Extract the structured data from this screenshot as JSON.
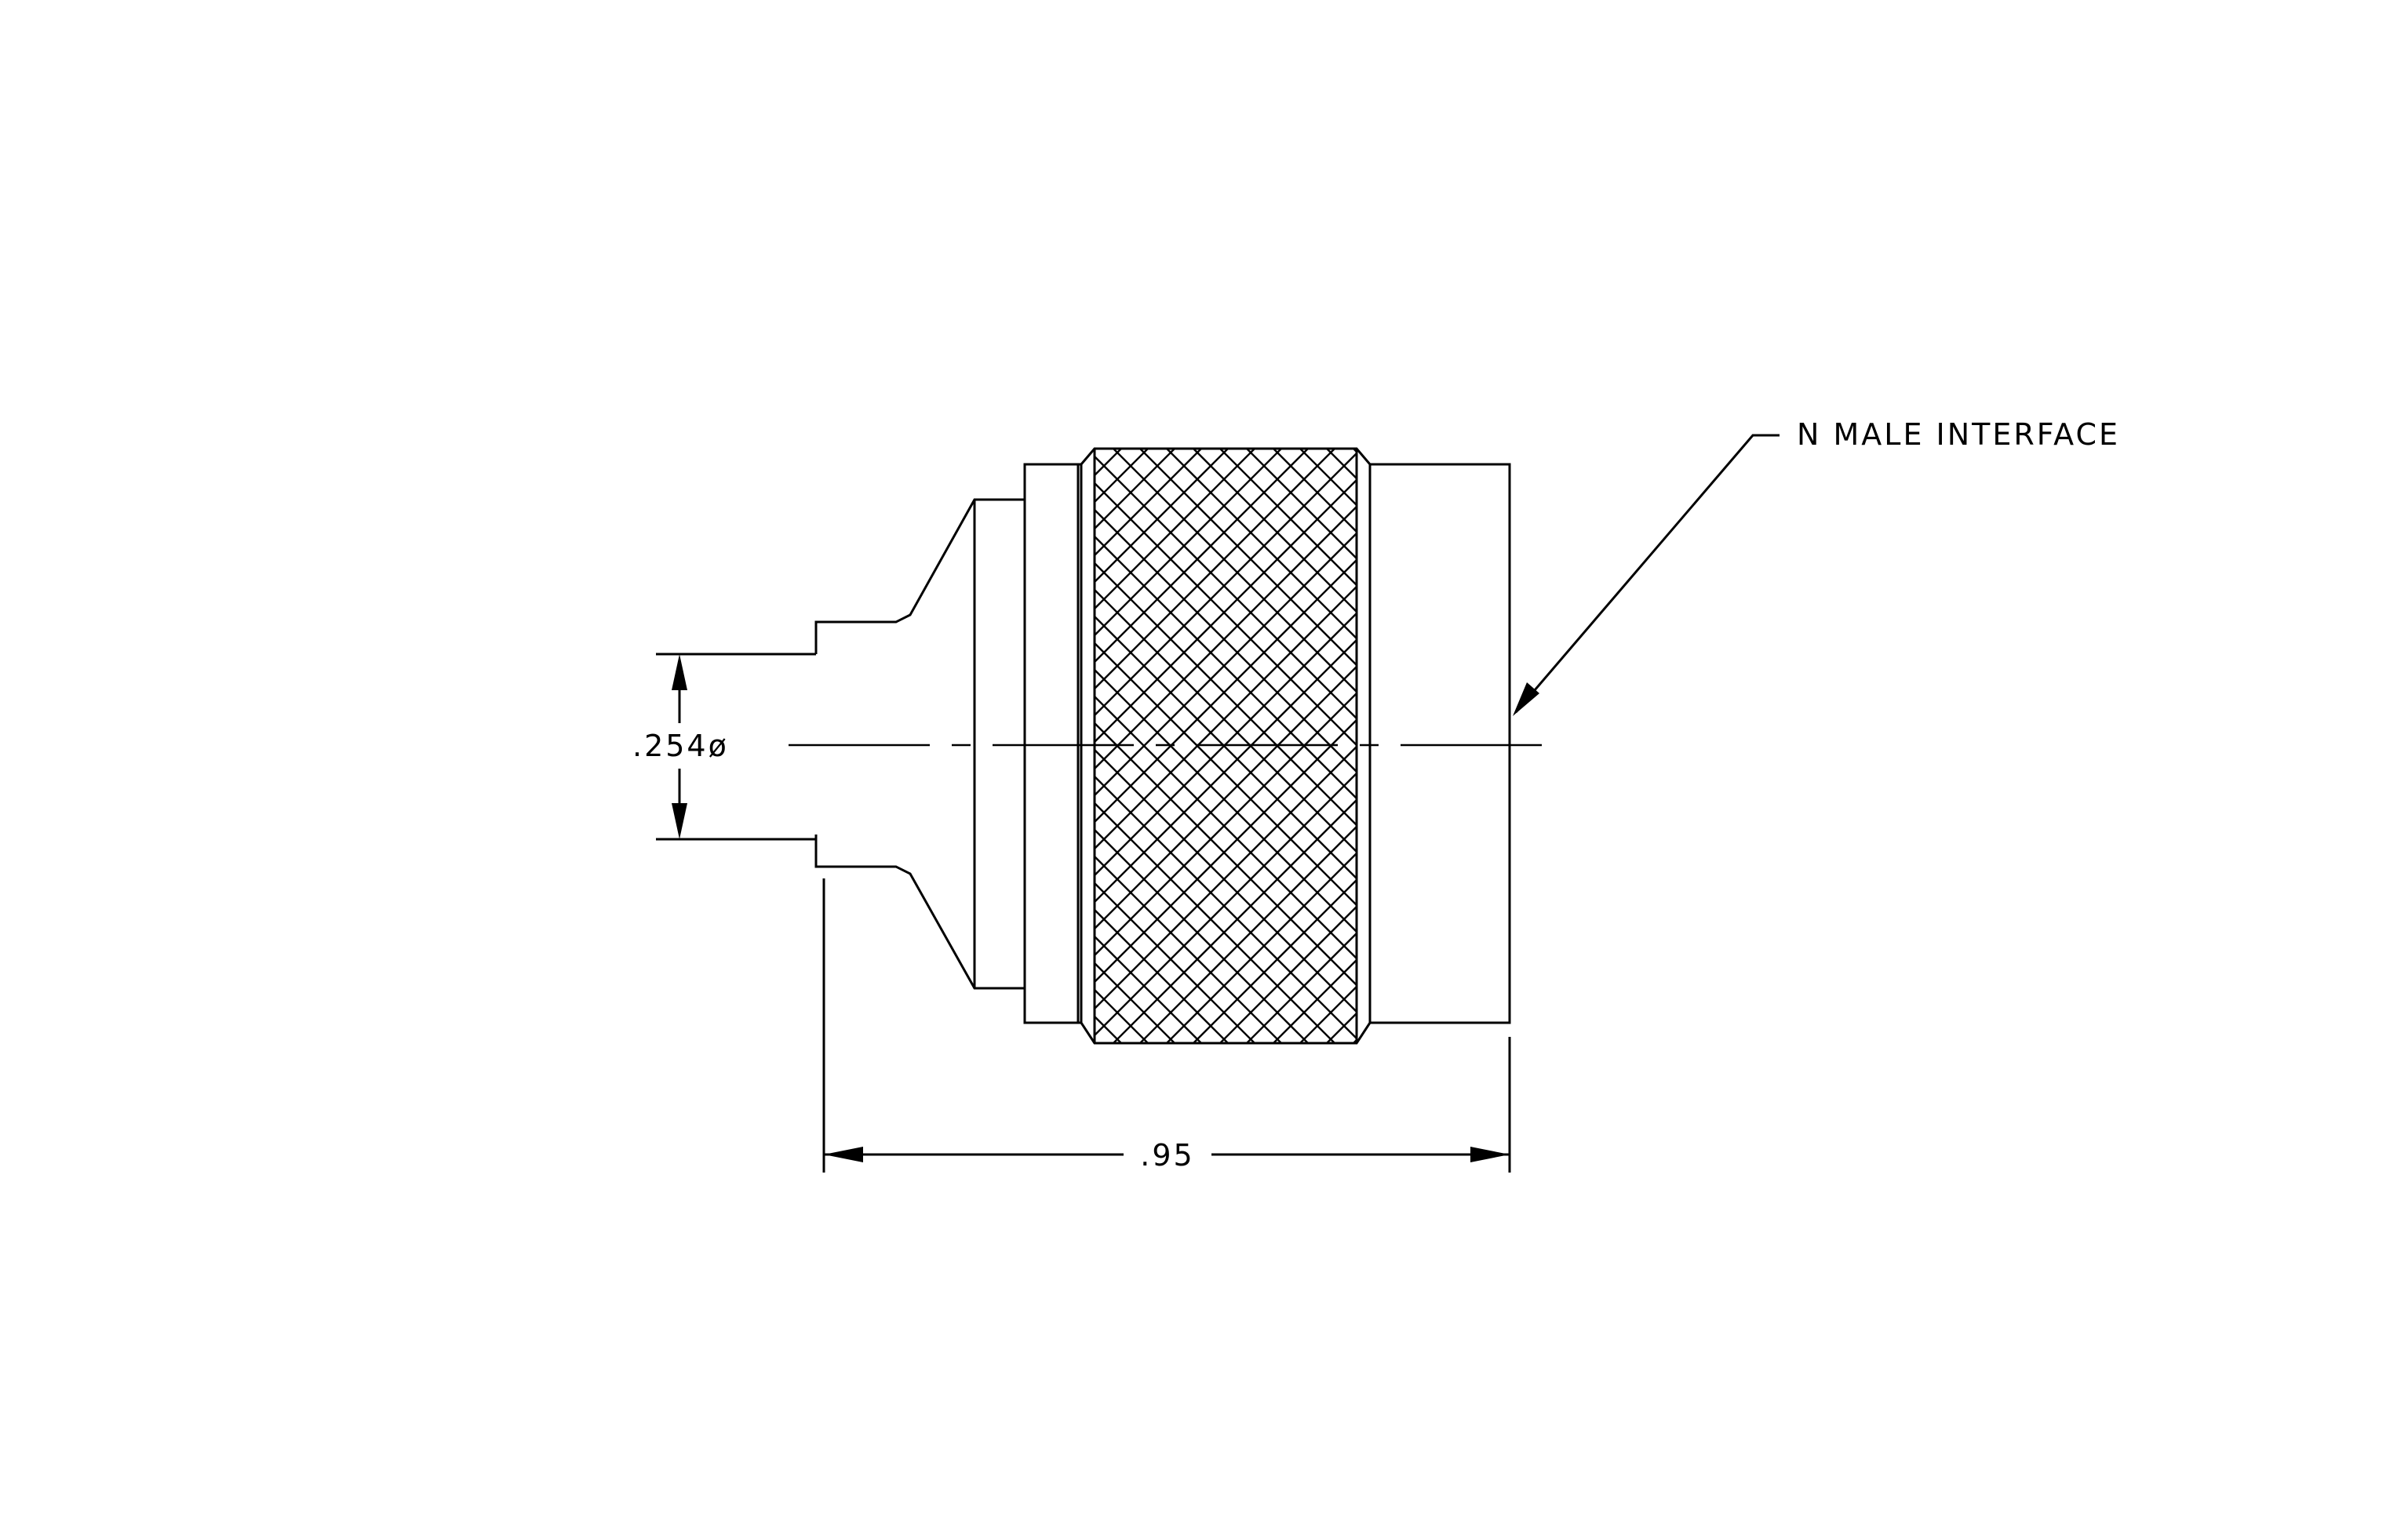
{
  "drawing": {
    "callout_label": "N MALE INTERFACE",
    "diameter_dimension": ".254ø",
    "length_dimension": ".95"
  }
}
